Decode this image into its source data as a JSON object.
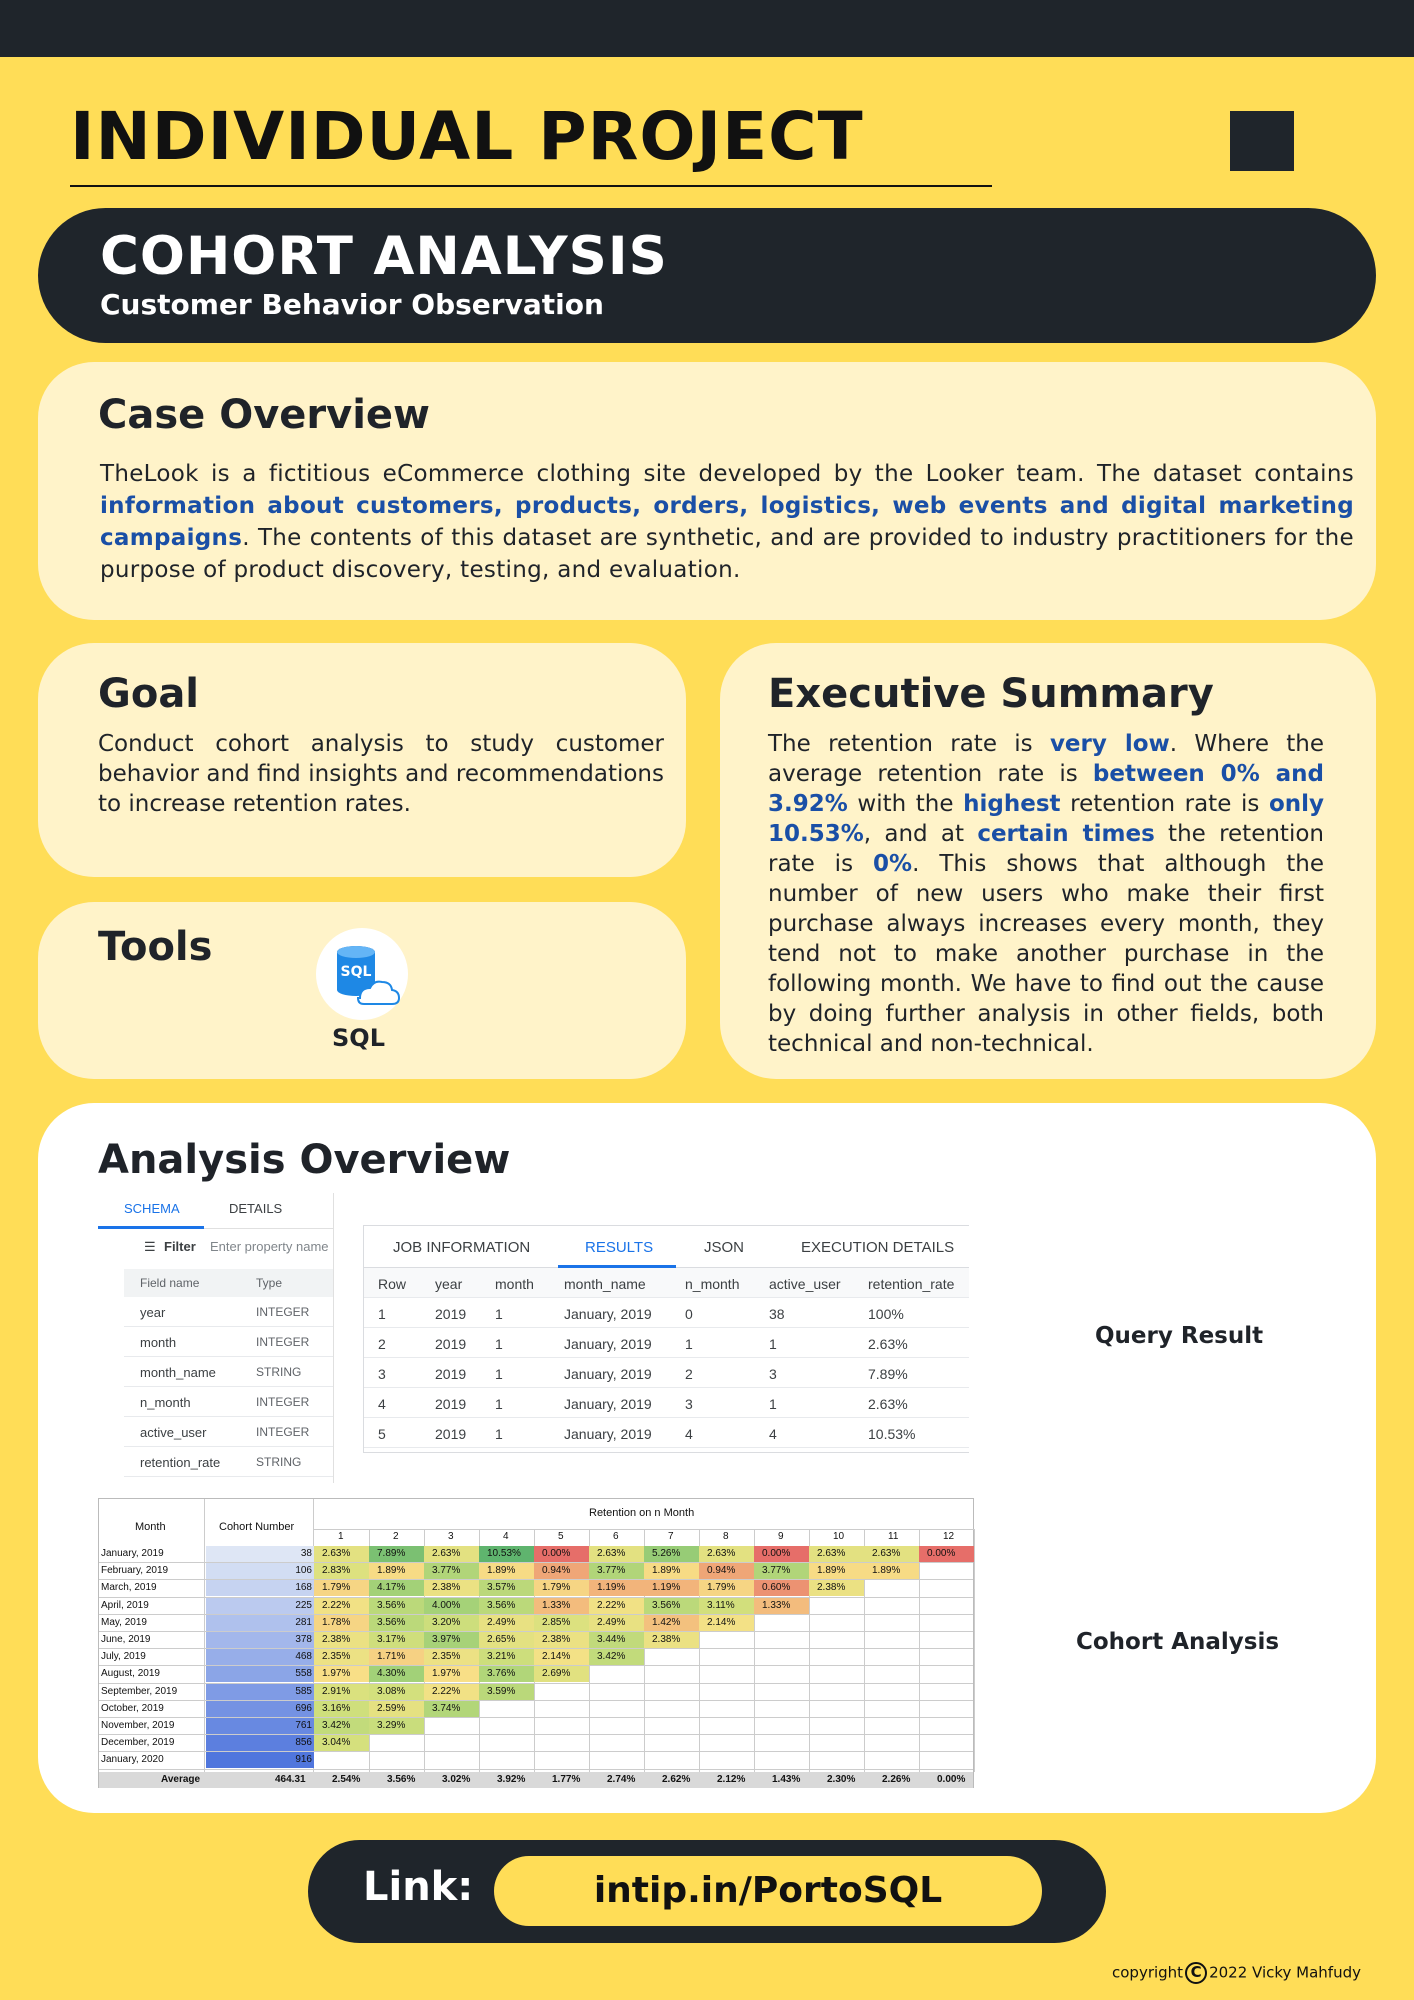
{
  "header": {
    "title": "INDIVIDUAL PROJECT"
  },
  "banner": {
    "title": "COHORT ANALYSIS",
    "subtitle": "Customer Behavior Observation"
  },
  "case_overview": {
    "heading": "Case Overview",
    "text_before": "TheLook is a fictitious eCommerce clothing site developed by the Looker team. The dataset contains ",
    "highlight": "information about customers, products, orders, logistics, web events and digital marketing campaigns",
    "text_after": ". The contents of this dataset are synthetic, and are provided to industry practitioners for the purpose of product discovery, testing, and evaluation."
  },
  "goal": {
    "heading": "Goal",
    "text": "Conduct cohort analysis to study customer behavior and find insights and recommendations to increase retention rates."
  },
  "tools": {
    "heading": "Tools",
    "items": [
      {
        "label": "SQL",
        "icon": "sql-database-icon"
      }
    ]
  },
  "executive_summary": {
    "heading": "Executive Summary",
    "parts": [
      {
        "t": "The retention rate is ",
        "b": false
      },
      {
        "t": "very low",
        "b": true
      },
      {
        "t": ". Where the average retention rate is ",
        "b": false
      },
      {
        "t": "between 0% and 3.92%",
        "b": true
      },
      {
        "t": " with the ",
        "b": false
      },
      {
        "t": "highest",
        "b": true
      },
      {
        "t": " retention rate is ",
        "b": false
      },
      {
        "t": "only 10.53%",
        "b": true
      },
      {
        "t": ", and at ",
        "b": false
      },
      {
        "t": "certain times",
        "b": true
      },
      {
        "t": " the retention rate is ",
        "b": false
      },
      {
        "t": "0%",
        "b": true
      },
      {
        "t": ". This shows that although the number of new users who make their first purchase always increases every month, they tend not to make another purchase in the following month. We have to find out the cause by doing further analysis in other fields, both technical and non-technical.",
        "b": false
      }
    ]
  },
  "analysis": {
    "heading": "Analysis Overview",
    "query_result_label": "Query Result",
    "cohort_label": "Cohort Analysis",
    "schema": {
      "tabs": [
        "SCHEMA",
        "DETAILS"
      ],
      "filter_label": "Filter",
      "filter_placeholder": "Enter property name",
      "columns": [
        "Field name",
        "Type"
      ],
      "fields": [
        [
          "year",
          "INTEGER"
        ],
        [
          "month",
          "INTEGER"
        ],
        [
          "month_name",
          "STRING"
        ],
        [
          "n_month",
          "INTEGER"
        ],
        [
          "active_user",
          "INTEGER"
        ],
        [
          "retention_rate",
          "STRING"
        ]
      ]
    },
    "results": {
      "tabs": [
        "JOB INFORMATION",
        "RESULTS",
        "JSON",
        "EXECUTION DETAILS"
      ],
      "columns": [
        "Row",
        "year",
        "month",
        "month_name",
        "n_month",
        "active_user",
        "retention_rate"
      ],
      "rows": [
        [
          "1",
          "2019",
          "1",
          "January, 2019",
          "0",
          "38",
          "100%"
        ],
        [
          "2",
          "2019",
          "1",
          "January, 2019",
          "1",
          "1",
          "2.63%"
        ],
        [
          "3",
          "2019",
          "1",
          "January, 2019",
          "2",
          "3",
          "7.89%"
        ],
        [
          "4",
          "2019",
          "1",
          "January, 2019",
          "3",
          "1",
          "2.63%"
        ],
        [
          "5",
          "2019",
          "1",
          "January, 2019",
          "4",
          "4",
          "10.53%"
        ]
      ]
    },
    "cohort": {
      "col_month": "Month",
      "col_cohort": "Cohort Number",
      "col_retention": "Retention on n Month",
      "months_n": [
        "1",
        "2",
        "3",
        "4",
        "5",
        "6",
        "7",
        "8",
        "9",
        "10",
        "11",
        "12"
      ],
      "rows": [
        {
          "month": "January, 2019",
          "n": "38",
          "r": [
            "2.63%",
            "7.89%",
            "2.63%",
            "10.53%",
            "0.00%",
            "2.63%",
            "5.26%",
            "2.63%",
            "0.00%",
            "2.63%",
            "2.63%",
            "0.00%"
          ]
        },
        {
          "month": "February, 2019",
          "n": "106",
          "r": [
            "2.83%",
            "1.89%",
            "3.77%",
            "1.89%",
            "0.94%",
            "3.77%",
            "1.89%",
            "0.94%",
            "3.77%",
            "1.89%",
            "1.89%"
          ]
        },
        {
          "month": "March, 2019",
          "n": "168",
          "r": [
            "1.79%",
            "4.17%",
            "2.38%",
            "3.57%",
            "1.79%",
            "1.19%",
            "1.19%",
            "1.79%",
            "0.60%",
            "2.38%"
          ]
        },
        {
          "month": "April, 2019",
          "n": "225",
          "r": [
            "2.22%",
            "3.56%",
            "4.00%",
            "3.56%",
            "1.33%",
            "2.22%",
            "3.56%",
            "3.11%",
            "1.33%"
          ]
        },
        {
          "month": "May, 2019",
          "n": "281",
          "r": [
            "1.78%",
            "3.56%",
            "3.20%",
            "2.49%",
            "2.85%",
            "2.49%",
            "1.42%",
            "2.14%"
          ]
        },
        {
          "month": "June, 2019",
          "n": "378",
          "r": [
            "2.38%",
            "3.17%",
            "3.97%",
            "2.65%",
            "2.38%",
            "3.44%",
            "2.38%"
          ]
        },
        {
          "month": "July, 2019",
          "n": "468",
          "r": [
            "2.35%",
            "1.71%",
            "2.35%",
            "3.21%",
            "2.14%",
            "3.42%"
          ]
        },
        {
          "month": "August, 2019",
          "n": "558",
          "r": [
            "1.97%",
            "4.30%",
            "1.97%",
            "3.76%",
            "2.69%"
          ]
        },
        {
          "month": "September, 2019",
          "n": "585",
          "r": [
            "2.91%",
            "3.08%",
            "2.22%",
            "3.59%"
          ]
        },
        {
          "month": "October, 2019",
          "n": "696",
          "r": [
            "3.16%",
            "2.59%",
            "3.74%"
          ]
        },
        {
          "month": "November, 2019",
          "n": "761",
          "r": [
            "3.42%",
            "3.29%"
          ]
        },
        {
          "month": "December, 2019",
          "n": "856",
          "r": [
            "3.04%"
          ]
        },
        {
          "month": "January, 2020",
          "n": "916",
          "r": []
        }
      ],
      "average": {
        "label": "Average",
        "n": "464.31",
        "r": [
          "2.54%",
          "3.56%",
          "3.02%",
          "3.92%",
          "1.77%",
          "2.74%",
          "2.62%",
          "2.12%",
          "1.43%",
          "2.30%",
          "2.26%",
          "0.00%"
        ]
      }
    }
  },
  "link": {
    "label": "Link:",
    "url": "intip.in/PortoSQL"
  },
  "footer": {
    "copyright_prefix": "copyright",
    "copyright_suffix": "2022 Vicky Mahfudy"
  },
  "colors": {
    "background": "#FFDD57",
    "dark": "#1f252b",
    "card": "#FFF3C9",
    "highlight": "#1a4fa6"
  }
}
